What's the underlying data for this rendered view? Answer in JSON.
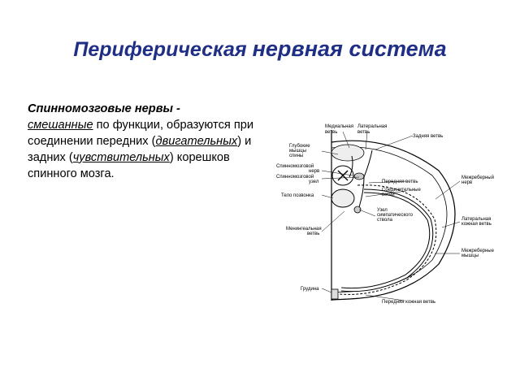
{
  "title": {
    "part1": "Периферическая",
    "part2": "нервная система"
  },
  "text": {
    "term": "Спинномозговые нервы",
    "dash": " -",
    "mixed": "смешанные",
    "s1": " по функции, образуются при соединении передних (",
    "motor": "двигательных",
    "s2": ") и задних (",
    "sensory": "чувствительных",
    "s3": ") корешков спинного мозга."
  },
  "diagram": {
    "labels": {
      "medial_branch": [
        "Медиальная",
        "ветвь"
      ],
      "lateral_branch": [
        "Латеральная",
        "ветвь"
      ],
      "posterior_branch": [
        "Задняя ветвь"
      ],
      "deep_back_muscles": [
        "Глубокие",
        "мышцы",
        "спины"
      ],
      "spinal_nerve": [
        "Спинномозговой",
        "нерв"
      ],
      "spinal_ganglion": [
        "Спинномозговой",
        "узел"
      ],
      "anterior_branch": [
        "Передняя ветвь"
      ],
      "connecting_branches": [
        "Соединительные",
        "ветви"
      ],
      "intercostal_nerve": [
        "Межреберный",
        "нерв"
      ],
      "vertebral_body": [
        "Тело позвонка"
      ],
      "sympathetic_ganglion": [
        "Узел",
        "симпатического",
        "ствола"
      ],
      "lateral_cutaneous_branch": [
        "Латеральная",
        "кожная ветвь"
      ],
      "meningeal_branch": [
        "Менингеальная",
        "ветвь"
      ],
      "intercostal_muscles": [
        "Межреберные",
        "мышцы"
      ],
      "sternum": [
        "Грудина"
      ],
      "anterior_cutaneous_branch": [
        "Передняя кожная ветвь"
      ]
    }
  }
}
